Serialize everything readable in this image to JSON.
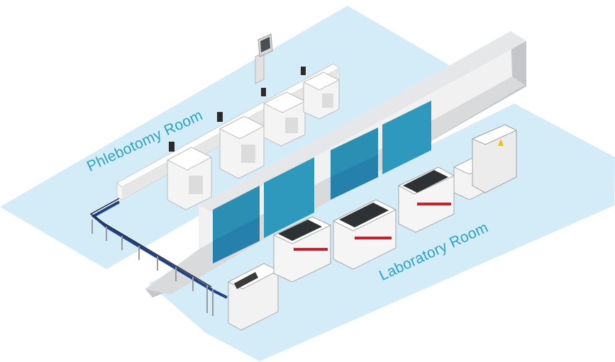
{
  "labels": {
    "phlebotomy_room": "Phlebotomy Room",
    "laboratory_room": "Laboratory Room"
  },
  "colors": {
    "floor": "#d4ecf7",
    "wall_front": "#f2f2f3",
    "wall_side": "#c9cbcd",
    "window_glass": "#2a93b6",
    "conveyor": "#1f3f8a",
    "label_text": "#2aa3c6",
    "accent_red": "#c8202a"
  },
  "equipment": {
    "phlebotomy": [
      "sample-tube-station",
      "sample-tube-station",
      "sample-tube-station",
      "sample-tube-station",
      "queue-kiosk"
    ],
    "laboratory": [
      "sample-loader",
      "analyzer",
      "analyzer",
      "analyzer",
      "centrifuge-module",
      "storage-module"
    ]
  }
}
